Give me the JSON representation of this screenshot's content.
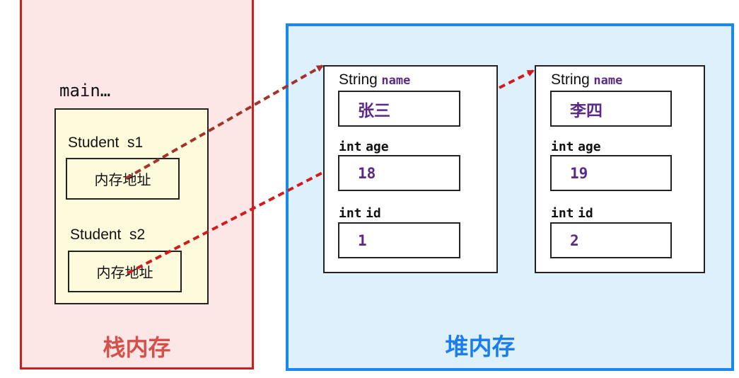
{
  "stack": {
    "title": "栈内存",
    "method_label": "main…",
    "vars": [
      {
        "type_name": "Student  s1",
        "value": "内存地址"
      },
      {
        "type_name": "Student  s2",
        "value": "内存地址"
      }
    ]
  },
  "heap": {
    "title": "堆内存",
    "objects": [
      {
        "name_type": "String",
        "name_label": "name",
        "name_value": "张三",
        "age_type": "int",
        "age_label": "age",
        "age_value": "18",
        "id_type": "int",
        "id_label": "id",
        "id_value": "1"
      },
      {
        "name_type": "String",
        "name_label": "name",
        "name_value": "李四",
        "age_type": "int",
        "age_label": "age",
        "age_value": "19",
        "id_type": "int",
        "id_label": "id",
        "id_value": "2"
      }
    ]
  },
  "colors": {
    "stack_border": "#c8221f",
    "stack_fill": "#fde6e6",
    "heap_border": "#1a88f2",
    "heap_fill": "#dff0fd",
    "arrow_dark": "#a2332b",
    "arrow_bright": "#d01c1c",
    "value_text": "#5b2a86"
  }
}
